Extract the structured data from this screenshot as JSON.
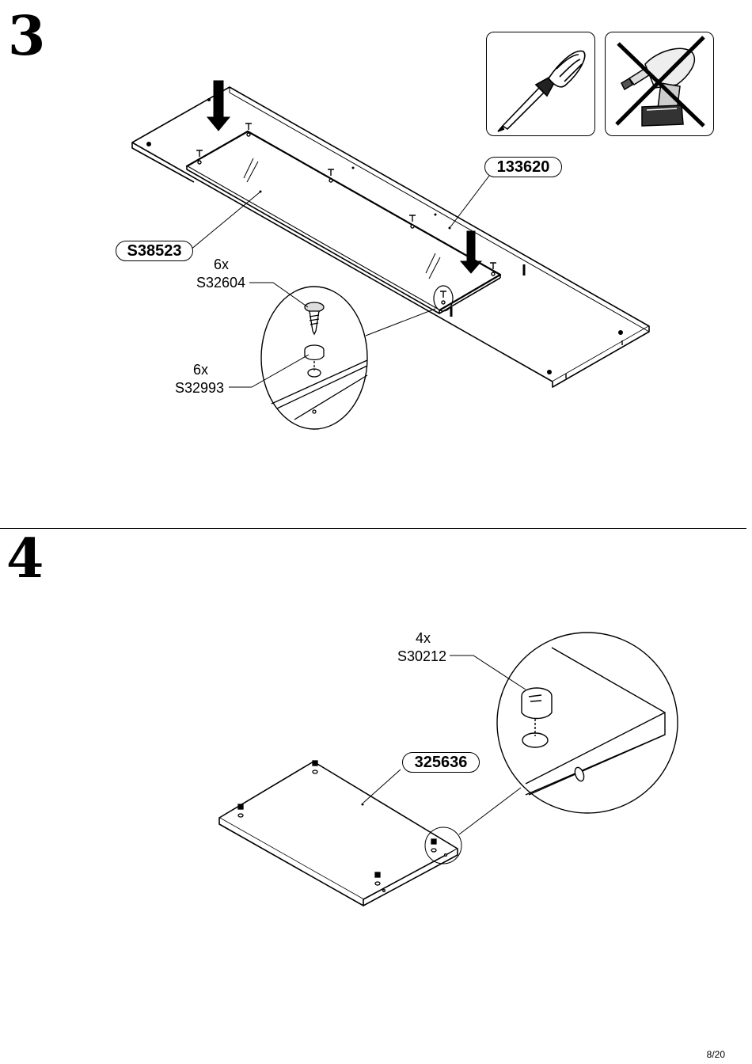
{
  "steps": [
    {
      "number": "3",
      "tools": [
        {
          "icon": "screwdriver-icon",
          "allowed": true
        },
        {
          "icon": "power-drill-icon",
          "allowed": false
        }
      ],
      "parts": [
        {
          "code": "133620"
        },
        {
          "code": "S38523"
        }
      ],
      "hardware": [
        {
          "qty": "6x",
          "code": "S32604"
        },
        {
          "qty": "6x",
          "code": "S32993"
        }
      ]
    },
    {
      "number": "4",
      "parts": [
        {
          "code": "325636"
        }
      ],
      "hardware": [
        {
          "qty": "4x",
          "code": "S30212"
        }
      ]
    }
  ],
  "footer": {
    "page": "8/20"
  }
}
